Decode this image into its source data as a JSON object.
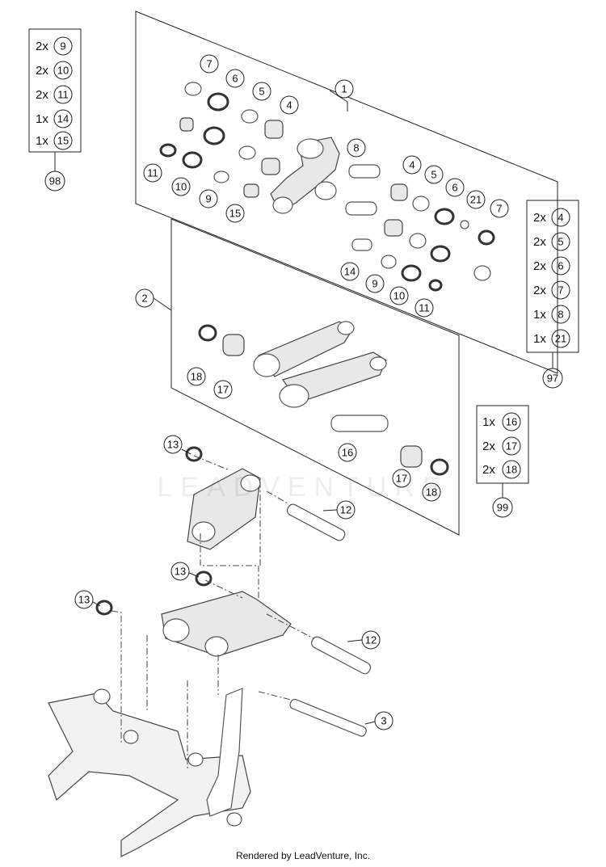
{
  "footer": "Rendered by LeadVenture, Inc.",
  "watermark": "LEADVENTURE",
  "kits": {
    "k98": {
      "number": "98",
      "rows": [
        {
          "qty": "2x",
          "part": "9"
        },
        {
          "qty": "2x",
          "part": "10"
        },
        {
          "qty": "2x",
          "part": "11"
        },
        {
          "qty": "1x",
          "part": "14"
        },
        {
          "qty": "1x",
          "part": "15"
        }
      ]
    },
    "k97": {
      "number": "97",
      "rows": [
        {
          "qty": "2x",
          "part": "4"
        },
        {
          "qty": "2x",
          "part": "5"
        },
        {
          "qty": "2x",
          "part": "6"
        },
        {
          "qty": "2x",
          "part": "7"
        },
        {
          "qty": "1x",
          "part": "8"
        },
        {
          "qty": "1x",
          "part": "21"
        }
      ]
    },
    "k99": {
      "number": "99",
      "rows": [
        {
          "qty": "1x",
          "part": "16"
        },
        {
          "qty": "2x",
          "part": "17"
        },
        {
          "qty": "2x",
          "part": "18"
        }
      ]
    }
  },
  "callouts": {
    "c1": "1",
    "c2": "2",
    "c3": "3",
    "c4a": "4",
    "c4b": "4",
    "c5a": "5",
    "c5b": "5",
    "c6a": "6",
    "c6b": "6",
    "c7a": "7",
    "c7b": "7",
    "c8": "8",
    "c9a": "9",
    "c9b": "9",
    "c10a": "10",
    "c10b": "10",
    "c11a": "11",
    "c11b": "11",
    "c12a": "12",
    "c12b": "12",
    "c13a": "13",
    "c13b": "13",
    "c13c": "13",
    "c14": "14",
    "c15": "15",
    "c16": "16",
    "c17a": "17",
    "c17b": "17",
    "c18a": "18",
    "c18b": "18",
    "c21": "21"
  }
}
